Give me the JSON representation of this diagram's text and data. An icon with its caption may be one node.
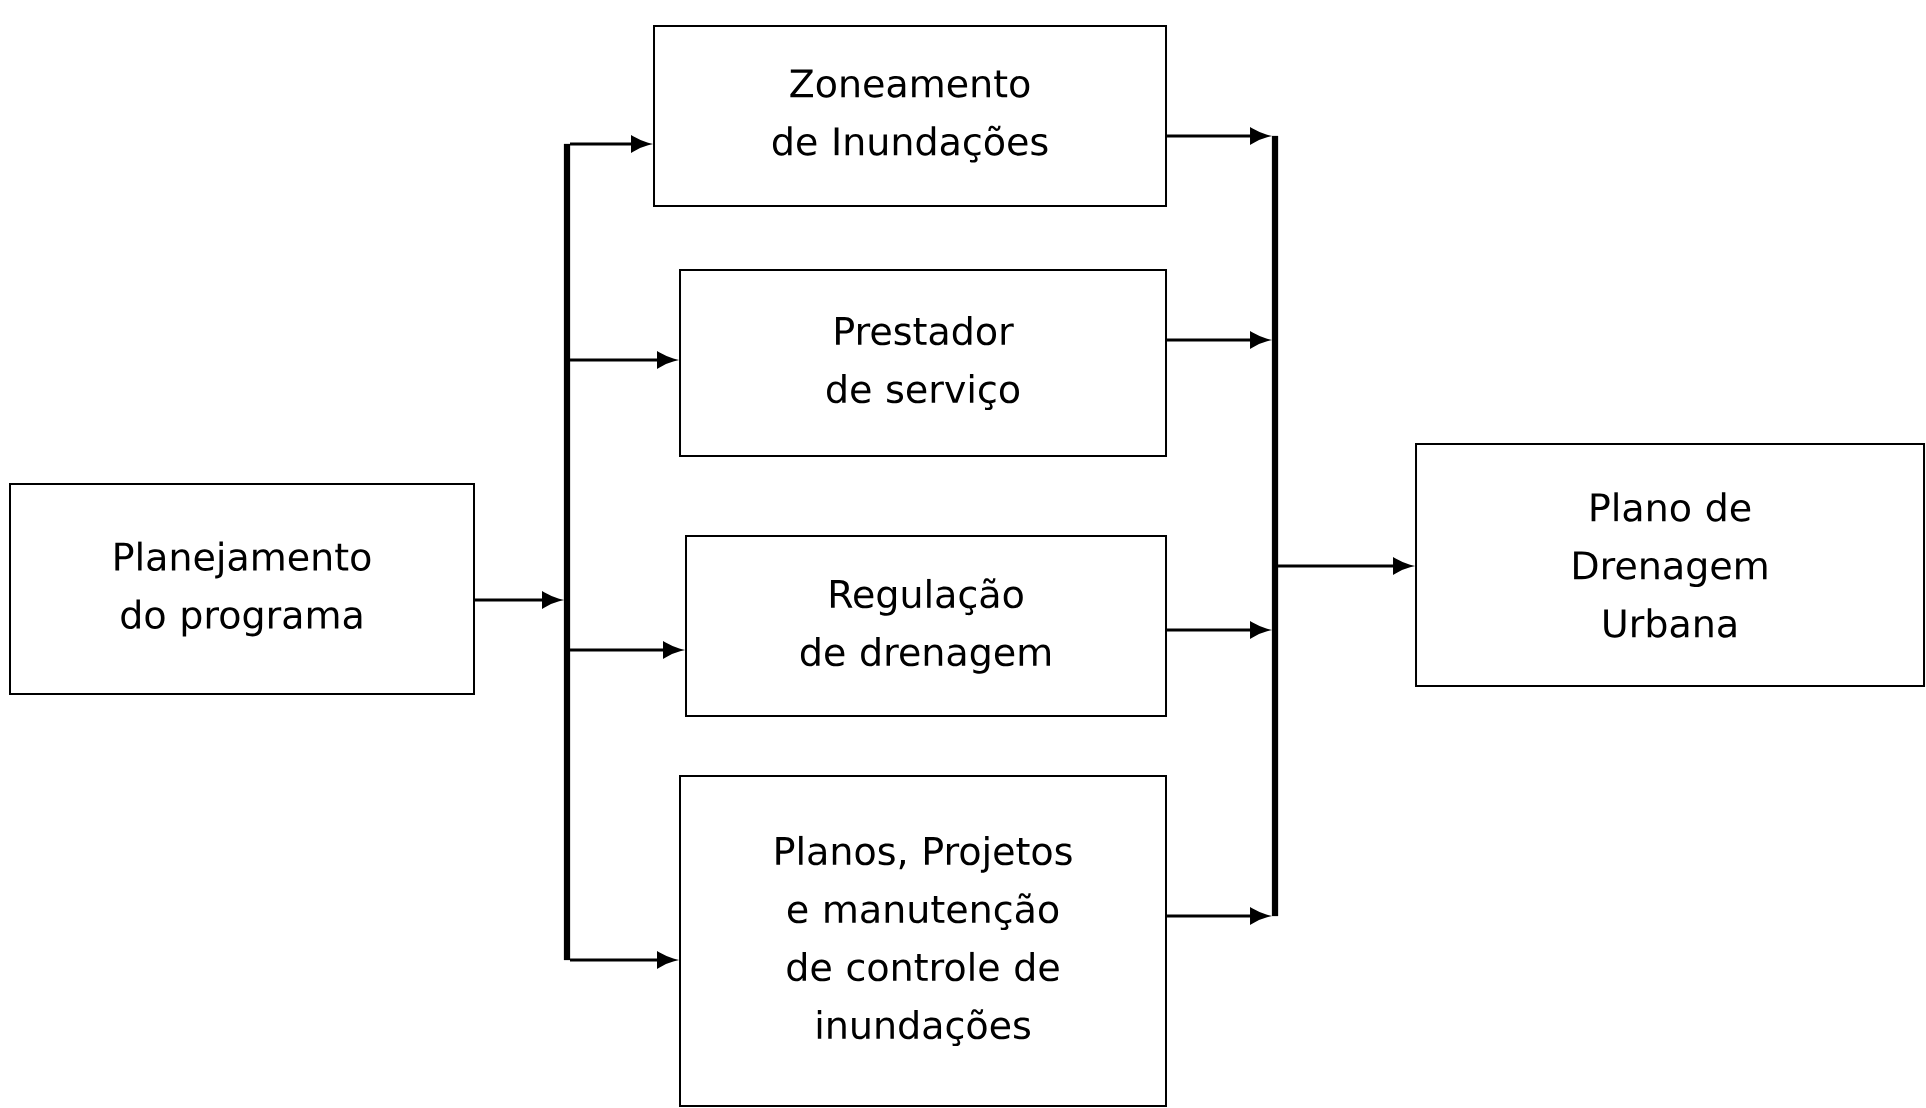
{
  "diagram": {
    "nodes": [
      {
        "text": [
          "Planejamento do programa"
        ]
      },
      {
        "text": [
          "Zoneamento de Inundações"
        ]
      },
      {
        "text": [
          "Prestador de serviço"
        ]
      },
      {
        "text": [
          "Regulação de drenagem"
        ]
      },
      {
        "text": [
          "Planos, Projetos e manutenção de controle de inundações"
        ]
      },
      {
        "text": [
          "Plano de Drenagem Urbana"
        ]
      },
      {
        "text": [],
        "shape": "bar"
      },
      {
        "text": [],
        "shape": "bar"
      }
    ],
    "edges": [
      {
        "from": 0,
        "to": 6,
        "arrow": "to"
      },
      {
        "from": 6,
        "to": 1,
        "arrow": "to"
      },
      {
        "from": 6,
        "to": 2,
        "arrow": "to"
      },
      {
        "from": 6,
        "to": 3,
        "arrow": "to"
      },
      {
        "from": 6,
        "to": 4,
        "arrow": "to"
      },
      {
        "from": 1,
        "to": 7,
        "arrow": "to"
      },
      {
        "from": 2,
        "to": 7,
        "arrow": "to"
      },
      {
        "from": 3,
        "to": 7,
        "arrow": "to"
      },
      {
        "from": 4,
        "to": 7,
        "arrow": "to"
      },
      {
        "from": 7,
        "to": 5,
        "arrow": "to"
      }
    ]
  }
}
